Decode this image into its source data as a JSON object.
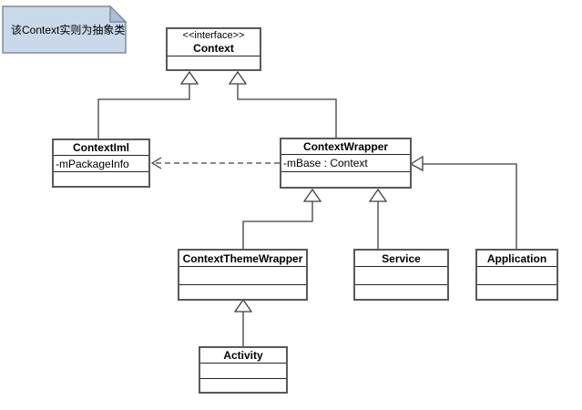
{
  "note": {
    "text": "该Context实则为抽象类"
  },
  "classes": {
    "context": {
      "stereotype": "<<interface>>",
      "name": "Context"
    },
    "context_iml": {
      "name": "ContextIml",
      "field": "-mPackageInfo"
    },
    "context_wrapper": {
      "name": "ContextWrapper",
      "field": "-mBase : Context"
    },
    "context_theme_wrapper": {
      "name": "ContextThemeWrapper"
    },
    "service": {
      "name": "Service"
    },
    "application": {
      "name": "Application"
    },
    "activity": {
      "name": "Activity"
    }
  },
  "relationships": [
    {
      "from": "ContextIml",
      "to": "Context",
      "type": "generalization"
    },
    {
      "from": "ContextWrapper",
      "to": "Context",
      "type": "generalization"
    },
    {
      "from": "ContextThemeWrapper",
      "to": "ContextWrapper",
      "type": "generalization"
    },
    {
      "from": "Service",
      "to": "ContextWrapper",
      "type": "generalization"
    },
    {
      "from": "Application",
      "to": "ContextWrapper",
      "type": "generalization"
    },
    {
      "from": "Activity",
      "to": "ContextThemeWrapper",
      "type": "generalization"
    },
    {
      "from": "ContextWrapper",
      "to": "ContextIml",
      "type": "dependency"
    }
  ],
  "colors": {
    "note_fill": "#c9d9ea",
    "note_fold": "#a9c0d6",
    "note_border": "#7e8ea0",
    "box_border": "#595959",
    "divider": "#262626",
    "line": "#3f3f3f",
    "background": "#ffffff"
  }
}
